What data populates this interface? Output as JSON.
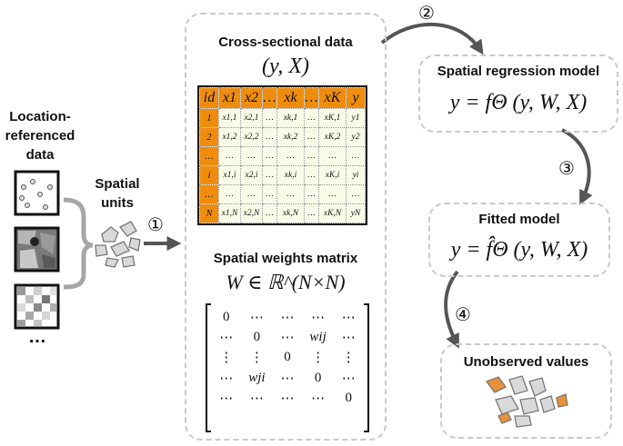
{
  "left": {
    "title_lines": [
      "Location-",
      "referenced",
      "data"
    ],
    "spatial_units_lines": [
      "Spatial",
      "units"
    ],
    "ellipsis": "…"
  },
  "steps": {
    "one": "①",
    "two": "②",
    "three": "③",
    "four": "④"
  },
  "cross_sectional": {
    "title": "Cross-sectional data",
    "formula": "(y, X)",
    "table": {
      "headers": [
        "id",
        "x1",
        "x2",
        "…",
        "xk",
        "…",
        "xK",
        "y"
      ],
      "rows": [
        [
          "1",
          "x1,1",
          "x2,1",
          "…",
          "xk,1",
          "…",
          "xK,1",
          "y1"
        ],
        [
          "2",
          "x1,2",
          "x2,2",
          "…",
          "xk,2",
          "…",
          "xK,2",
          "y2"
        ],
        [
          "…",
          "…",
          "…",
          "…",
          "…",
          "…",
          "…",
          "…"
        ],
        [
          "i",
          "x1,i",
          "x2,i",
          "…",
          "xk,i",
          "…",
          "xK,i",
          "yi"
        ],
        [
          "…",
          "…",
          "…",
          "…",
          "…",
          "…",
          "…",
          "…"
        ],
        [
          "N",
          "x1,N",
          "x2,N",
          "…",
          "xk,N",
          "…",
          "xK,N",
          "yN"
        ]
      ]
    }
  },
  "weights": {
    "title": "Spatial weights matrix",
    "formula": "W ∈ ℝ^(N×N)",
    "matrix": [
      [
        "0",
        "⋯",
        "⋯",
        "⋯",
        "⋯"
      ],
      [
        "⋯",
        "0",
        "⋯",
        "wij",
        "⋯"
      ],
      [
        "⋮",
        "⋮",
        "0",
        "⋮",
        "⋮"
      ],
      [
        "⋯",
        "wji",
        "⋯",
        "0",
        "⋯"
      ],
      [
        "⋯",
        "⋯",
        "⋯",
        "⋯",
        "0"
      ]
    ]
  },
  "regression": {
    "title": "Spatial regression model",
    "formula": "y = fΘ (y, W, X)"
  },
  "fitted": {
    "title": "Fitted model",
    "formula": "y = f̂Θ (y, W, X)"
  },
  "unobserved": {
    "title": "Unobserved values"
  },
  "colors": {
    "accent_orange": "#f08c0c",
    "cell_bg": "#fafae8",
    "dashed_border": "#c9c9c9",
    "arrow": "#555555",
    "brace": "#a6a6a6"
  }
}
